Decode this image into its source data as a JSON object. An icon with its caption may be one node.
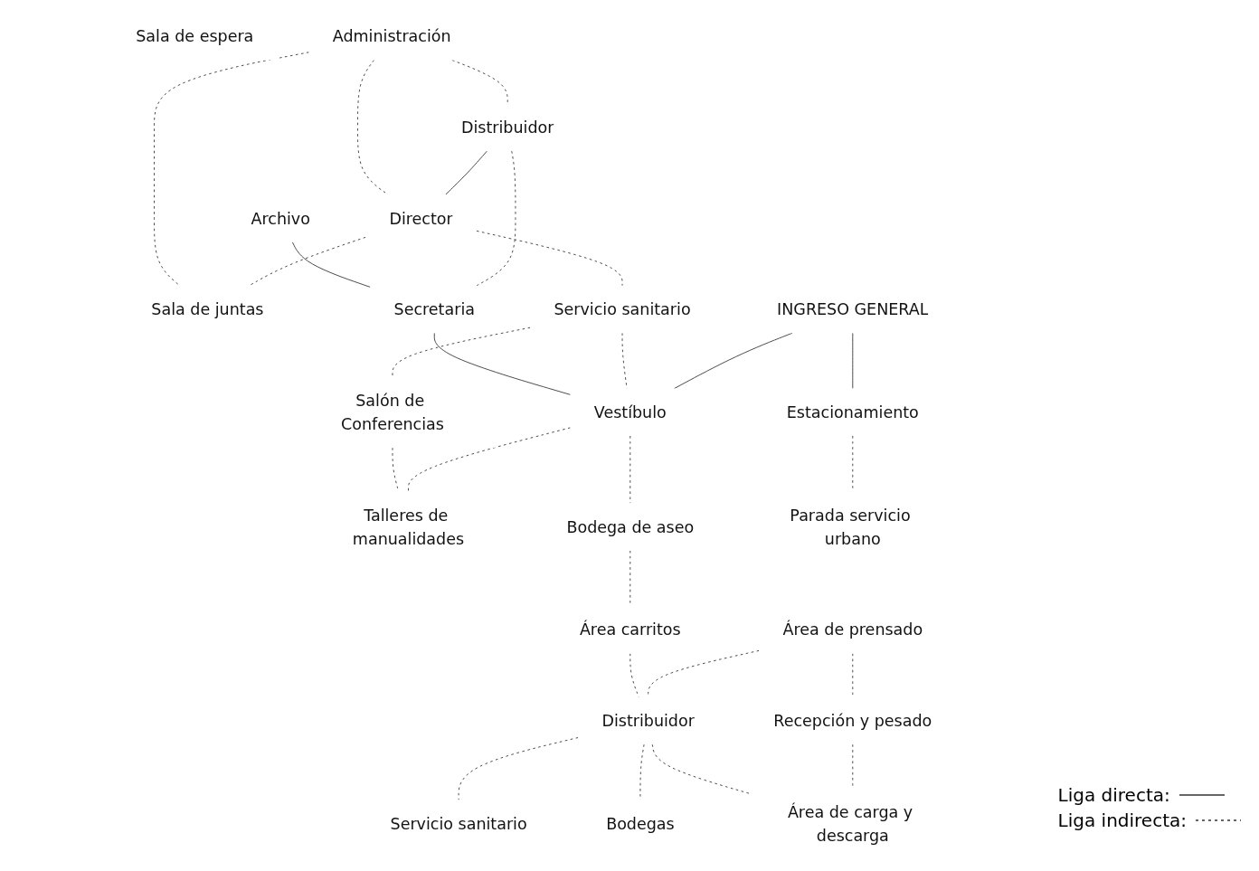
{
  "diagram": {
    "nodes": [
      {
        "text": [
          "Sala de espera"
        ]
      },
      {
        "text": [
          "Administración"
        ]
      },
      {
        "text": [
          "Sala de juntas"
        ]
      },
      {
        "text": [
          "Archivo"
        ]
      },
      {
        "text": [
          "Distribuidor"
        ]
      },
      {
        "text": [
          "Director"
        ]
      },
      {
        "text": [
          "Secretaria"
        ]
      },
      {
        "text": [
          "Servicio sanitario"
        ]
      },
      {
        "text": [
          "Salón de Conferencias"
        ]
      },
      {
        "text": [
          "INGRESO GENERAL"
        ]
      },
      {
        "text": [
          "Vestíbulo"
        ]
      },
      {
        "text": [
          "Talleres de manualidades"
        ]
      },
      {
        "text": [
          "Bodega de aseo"
        ]
      },
      {
        "text": [
          "Área carritos"
        ]
      },
      {
        "text": [
          "Servicio sanitario"
        ]
      },
      {
        "text": [
          "Estacionamiento"
        ]
      },
      {
        "text": [
          "Área de prensado"
        ]
      },
      {
        "text": [
          "Distribuidor"
        ]
      },
      {
        "text": [
          "Bodegas"
        ]
      },
      {
        "text": [
          "Parada servicio urbano"
        ]
      },
      {
        "text": [
          "Recepción y pesado"
        ]
      },
      {
        "text": [
          "Área de carga y descarga"
        ]
      }
    ],
    "edges": [
      {
        "from": 1,
        "to": 2,
        "arrow": "none",
        "style": "dashed"
      },
      {
        "from": 1,
        "to": 4,
        "arrow": "none",
        "style": "dashed"
      },
      {
        "from": 1,
        "to": 5,
        "arrow": "none",
        "style": "dashed"
      },
      {
        "from": 4,
        "to": 5,
        "arrow": "none"
      },
      {
        "from": 5,
        "to": 2,
        "arrow": "none",
        "style": "dashed"
      },
      {
        "from": 3,
        "to": 6,
        "arrow": "none"
      },
      {
        "from": 4,
        "to": 6,
        "arrow": "none",
        "style": "dashed"
      },
      {
        "from": 5,
        "to": 7,
        "arrow": "none",
        "style": "dashed"
      },
      {
        "from": 7,
        "to": 8,
        "arrow": "none",
        "style": "dashed"
      },
      {
        "from": 6,
        "to": 10,
        "arrow": "none"
      },
      {
        "from": 7,
        "to": 10,
        "arrow": "none",
        "style": "dashed"
      },
      {
        "from": 8,
        "to": 11,
        "arrow": "none",
        "style": "dashed"
      },
      {
        "from": 9,
        "to": 10,
        "arrow": "none"
      },
      {
        "from": 10,
        "to": 11,
        "arrow": "none",
        "style": "dashed"
      },
      {
        "from": 10,
        "to": 12,
        "arrow": "none",
        "style": "dashed"
      },
      {
        "from": 9,
        "to": 15,
        "arrow": "none"
      },
      {
        "from": 15,
        "to": 19,
        "arrow": "none",
        "style": "dashed"
      },
      {
        "from": 12,
        "to": 13,
        "arrow": "none",
        "style": "dashed"
      },
      {
        "from": 13,
        "to": 17,
        "arrow": "none",
        "style": "dashed"
      },
      {
        "from": 16,
        "to": 17,
        "arrow": "none",
        "style": "dashed"
      },
      {
        "from": 17,
        "to": 14,
        "arrow": "none",
        "style": "dashed"
      },
      {
        "from": 17,
        "to": 18,
        "arrow": "none",
        "style": "dashed"
      },
      {
        "from": 17,
        "to": 21,
        "arrow": "none",
        "style": "dashed"
      },
      {
        "from": 16,
        "to": 20,
        "arrow": "none",
        "style": "dashed"
      },
      {
        "from": 20,
        "to": 21,
        "arrow": "none",
        "style": "dashed"
      }
    ],
    "legend": [
      {
        "text": "Liga directa:"
      },
      {
        "text": "Liga indirecta:"
      }
    ]
  }
}
